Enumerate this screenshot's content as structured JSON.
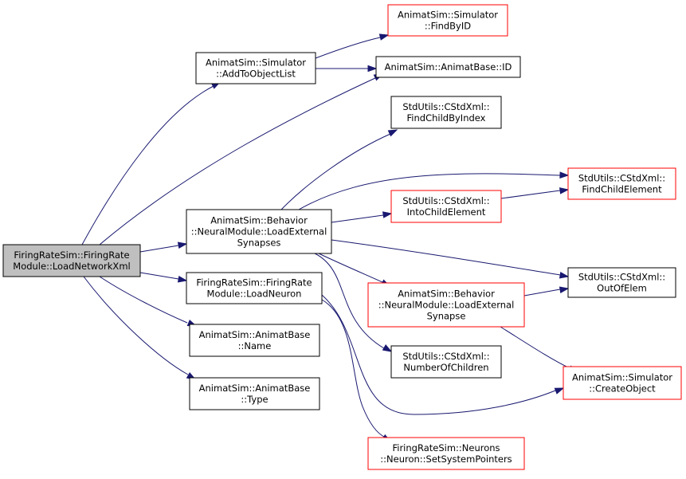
{
  "nodes": {
    "root": {
      "lines": [
        "FiringRateSim::FiringRate",
        "Module::LoadNetworkXml"
      ],
      "style": "root"
    },
    "add_to_object_list": {
      "lines": [
        "AnimatSim::Simulator",
        "::AddToObjectList"
      ],
      "style": "black"
    },
    "load_external_synapses": {
      "lines": [
        "AnimatSim::Behavior",
        "::NeuralModule::LoadExternal",
        "Synapses"
      ],
      "style": "black"
    },
    "load_neuron": {
      "lines": [
        "FiringRateSim::FiringRate",
        "Module::LoadNeuron"
      ],
      "style": "black"
    },
    "animatbase_name": {
      "lines": [
        "AnimatSim::AnimatBase",
        "::Name"
      ],
      "style": "black"
    },
    "animatbase_type": {
      "lines": [
        "AnimatSim::AnimatBase",
        "::Type"
      ],
      "style": "black"
    },
    "find_by_id": {
      "lines": [
        "AnimatSim::Simulator",
        "::FindByID"
      ],
      "style": "red"
    },
    "animatbase_id": {
      "lines": [
        "AnimatSim::AnimatBase::ID"
      ],
      "style": "black"
    },
    "find_child_by_index": {
      "lines": [
        "StdUtils::CStdXml::",
        "FindChildByIndex"
      ],
      "style": "black"
    },
    "into_child_element": {
      "lines": [
        "StdUtils::CStdXml::",
        "IntoChildElement"
      ],
      "style": "red"
    },
    "load_external_synapse": {
      "lines": [
        "AnimatSim::Behavior",
        "::NeuralModule::LoadExternal",
        "Synapse"
      ],
      "style": "red"
    },
    "number_of_children": {
      "lines": [
        "StdUtils::CStdXml::",
        "NumberOfChildren"
      ],
      "style": "black"
    },
    "set_system_pointers": {
      "lines": [
        "FiringRateSim::Neurons",
        "::Neuron::SetSystemPointers"
      ],
      "style": "red"
    },
    "find_child_element": {
      "lines": [
        "StdUtils::CStdXml::",
        "FindChildElement"
      ],
      "style": "red"
    },
    "out_of_elem": {
      "lines": [
        "StdUtils::CStdXml::",
        "OutOfElem"
      ],
      "style": "black"
    },
    "create_object": {
      "lines": [
        "AnimatSim::Simulator",
        "::CreateObject"
      ],
      "style": "red"
    }
  },
  "colors": {
    "edge": "#191970",
    "root_fill": "#bfbfbf",
    "border_documented": "#000000",
    "border_undocumented": "#ff0000"
  }
}
